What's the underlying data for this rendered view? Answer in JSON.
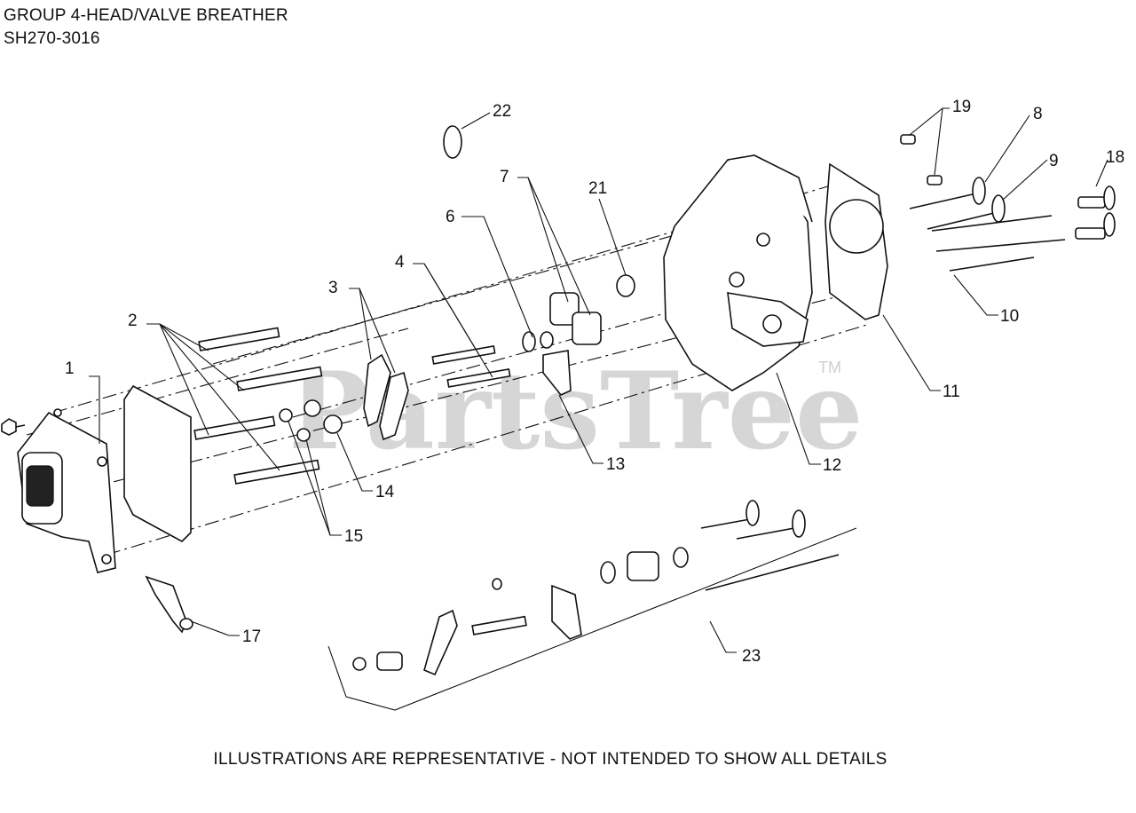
{
  "header": {
    "title_line1": "GROUP 4-HEAD/VALVE BREATHER",
    "title_line2": "SH270-3016"
  },
  "watermark": {
    "text": "PartsTree",
    "tm": "TM"
  },
  "footer": {
    "note": "ILLUSTRATIONS ARE REPRESENTATIVE - NOT INTENDED TO SHOW ALL DETAILS"
  },
  "callouts": [
    "1",
    "2",
    "3",
    "4",
    "6",
    "7",
    "8",
    "9",
    "10",
    "11",
    "12",
    "13",
    "14",
    "15",
    "17",
    "18",
    "19",
    "21",
    "22",
    "23"
  ]
}
